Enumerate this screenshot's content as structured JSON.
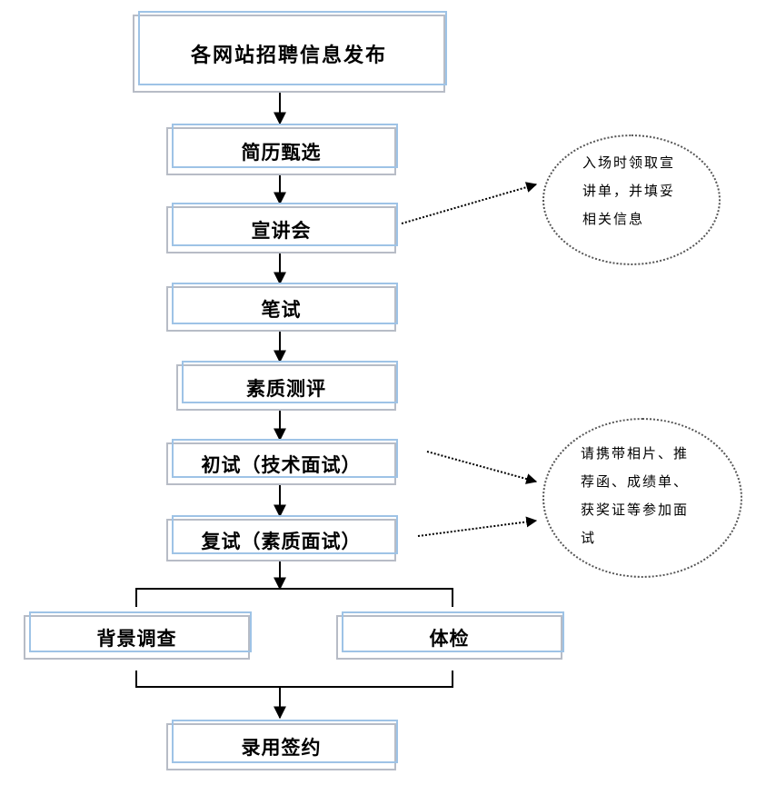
{
  "steps": {
    "publish": "各网站招聘信息发布",
    "screening": "简历甄选",
    "seminar": "宣讲会",
    "written": "笔试",
    "assessment": "素质测评",
    "first_interview": "初试（技术面试）",
    "second_interview": "复试（素质面试）",
    "background": "背景调查",
    "medical": "体检",
    "signing": "录用签约"
  },
  "notes": {
    "seminar_note": [
      "入场时领取宣",
      "讲单，并填妥",
      "相关信息"
    ],
    "interview_note": [
      "请携带相片、推",
      "荐函、成绩单、",
      "获奖证等参加面",
      "试"
    ]
  }
}
